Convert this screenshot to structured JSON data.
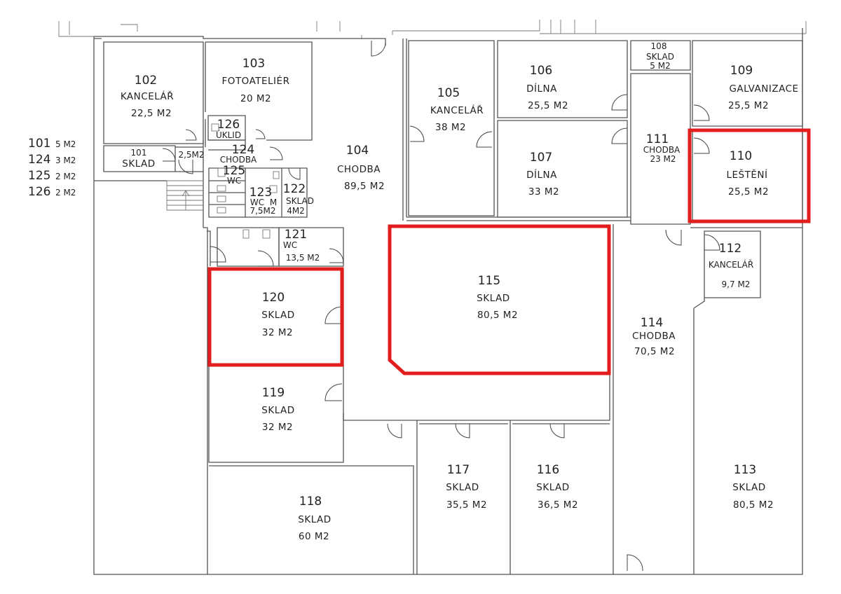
{
  "legend": [
    {
      "num": "101",
      "area": "5 M2"
    },
    {
      "num": "124",
      "area": "3 M2"
    },
    {
      "num": "125",
      "area": "2 M2"
    },
    {
      "num": "126",
      "area": "2 M2"
    }
  ],
  "rooms": {
    "r101": {
      "num": "101",
      "name": "SKLAD"
    },
    "r102": {
      "num": "102",
      "name": "KANCELÁŘ",
      "area": "22,5 M2"
    },
    "r103": {
      "num": "103",
      "name": "FOTOATELIÉR",
      "area": "20 M2"
    },
    "r104": {
      "num": "104",
      "name": "CHODBA",
      "area": "89,5 M2"
    },
    "r105": {
      "num": "105",
      "name": "KANCELÁŘ",
      "area": "38 M2"
    },
    "r106": {
      "num": "106",
      "name": "DÍLNA",
      "area": "25,5 M2"
    },
    "r107": {
      "num": "107",
      "name": "DÍLNA",
      "area": "33 M2"
    },
    "r108": {
      "num": "108",
      "name": "SKLAD",
      "area": "5 M2"
    },
    "r109": {
      "num": "109",
      "name": "GALVANIZACE",
      "area": "25,5 M2"
    },
    "r110": {
      "num": "110",
      "name": "LEŠTĚNÍ",
      "area": "25,5 M2"
    },
    "r111": {
      "num": "111",
      "name": "CHODBA",
      "area": "23 M2"
    },
    "r112": {
      "num": "112",
      "name": "KANCELÁŘ",
      "area": "9,7 M2"
    },
    "r113": {
      "num": "113",
      "name": "SKLAD",
      "area": "80,5 M2"
    },
    "r114": {
      "num": "114",
      "name": "CHODBA",
      "area": "70,5 M2"
    },
    "r115": {
      "num": "115",
      "name": "SKLAD",
      "area": "80,5 M2"
    },
    "r116": {
      "num": "116",
      "name": "SKLAD",
      "area": "36,5 M2"
    },
    "r117": {
      "num": "117",
      "name": "SKLAD",
      "area": "35,5 M2"
    },
    "r118": {
      "num": "118",
      "name": "SKLAD",
      "area": "60 M2"
    },
    "r119": {
      "num": "119",
      "name": "SKLAD",
      "area": "32 M2"
    },
    "r120": {
      "num": "120",
      "name": "SKLAD",
      "area": "32 M2"
    },
    "r121": {
      "num": "121",
      "name": "WC",
      "area": "13,5 M2"
    },
    "r122": {
      "num": "122",
      "name": "SKLAD",
      "area": "4M2"
    },
    "r123": {
      "num": "123",
      "name": "WC",
      "area": "7,5M2"
    },
    "r124": {
      "num": "124",
      "name": "CHODBA"
    },
    "r125": {
      "num": "125",
      "name": "WC"
    },
    "r126": {
      "num": "126",
      "name": "ÚKLID"
    },
    "extra": {
      "area": "2,5M2",
      "m": "M"
    }
  },
  "highlight_color": "#e11d1d",
  "highlighted_rooms": [
    "110",
    "115",
    "120"
  ]
}
